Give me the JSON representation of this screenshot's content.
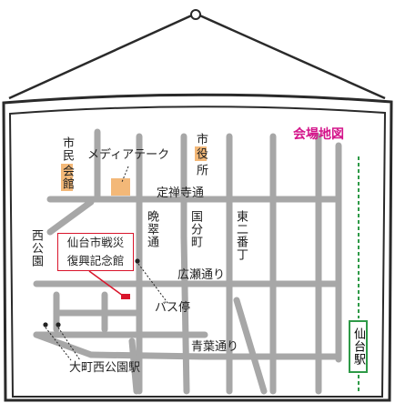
{
  "title": "会場地図",
  "landmarks": {
    "shimin_kaikan": "市民会館",
    "shimin_kaikan_top": "市民",
    "shimin_kaikan_bottom": "会館",
    "mediatheque": "メディアテーク",
    "shiyakusho": "市役所",
    "shiyakusho_top": "市",
    "shiyakusho_mid": "役",
    "shiyakusho_bottom": "所",
    "museum": [
      "仙台市戦災",
      "復興記念館"
    ],
    "bus_stop": "バス停",
    "sendai_station": "仙台駅",
    "omachi_station": "大町西公園駅"
  },
  "streets": {
    "jozenji": "定禅寺通",
    "hirose": "広瀬通り",
    "aoba": "青葉通り",
    "bansui": "晩翠通",
    "kokubuncho": "国分町",
    "higashi_niban": "東二番丁",
    "nishi_koen": "西公園"
  },
  "colors": {
    "road": "#a7a7a7",
    "frame": "#2a2a2a",
    "building_highlight": "#f3b878",
    "museum_marker": "#d9152b",
    "title": "#d4148a",
    "rail_line": "#2e9a47"
  }
}
